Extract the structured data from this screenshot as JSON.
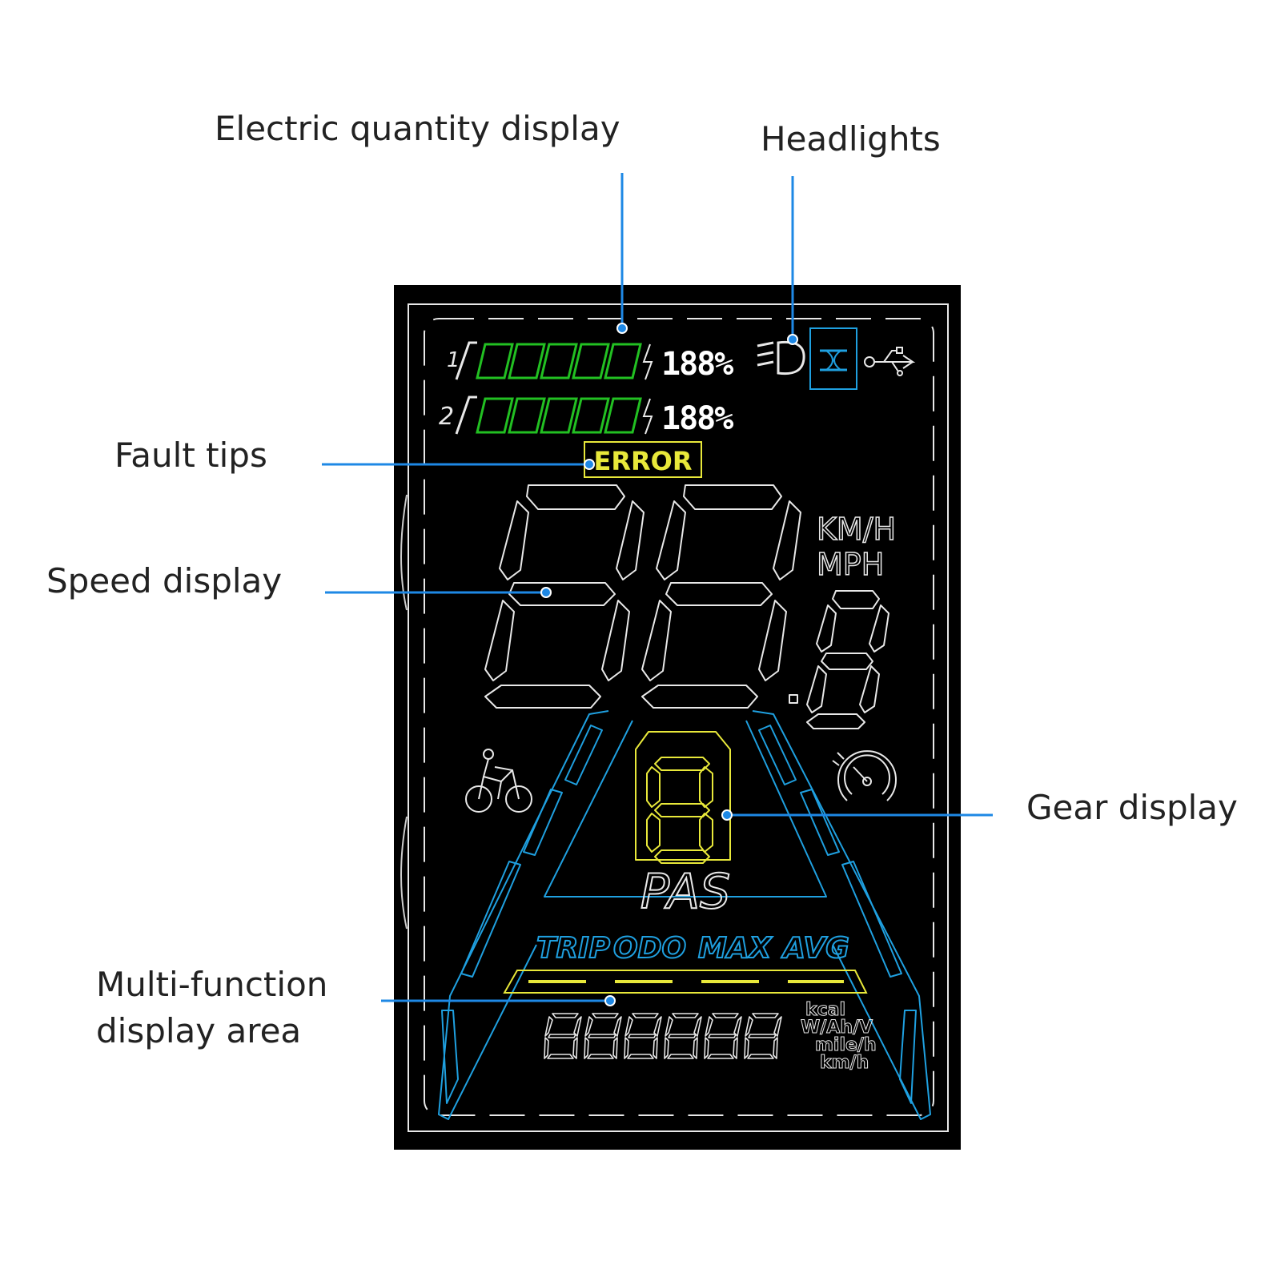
{
  "callouts": {
    "electric_quantity": "Electric quantity display",
    "headlights": "Headlights",
    "fault_tips": "Fault tips",
    "speed": "Speed display",
    "gear": "Gear display",
    "multi_function_line1": "Multi-function",
    "multi_function_line2": "display area"
  },
  "lcd": {
    "battery_row_1_index": "1",
    "battery_row_2_index": "2",
    "battery_percent_1": "188%",
    "battery_percent_2": "188%",
    "error_label": "ERROR",
    "unit_kmh": "KM/H",
    "unit_mph": "MPH",
    "gear_label": "PAS",
    "modes": [
      "TRIP",
      "ODO",
      "MAX",
      "AVG"
    ],
    "mf_units": [
      "kcal",
      "W/Ah/V",
      "mile/h",
      "km/h"
    ]
  },
  "colors": {
    "callout_line": "#1e88e5",
    "lcd_bg": "#000000",
    "lcd_segment": "#e8e8e8",
    "battery_green": "#22c022",
    "error_yellow": "#e8e83a",
    "mode_blue": "#1fa0e0"
  },
  "icons": [
    "headlight-icon",
    "high-beam-icon",
    "usb-icon",
    "cyclist-icon",
    "speedometer-icon"
  ]
}
